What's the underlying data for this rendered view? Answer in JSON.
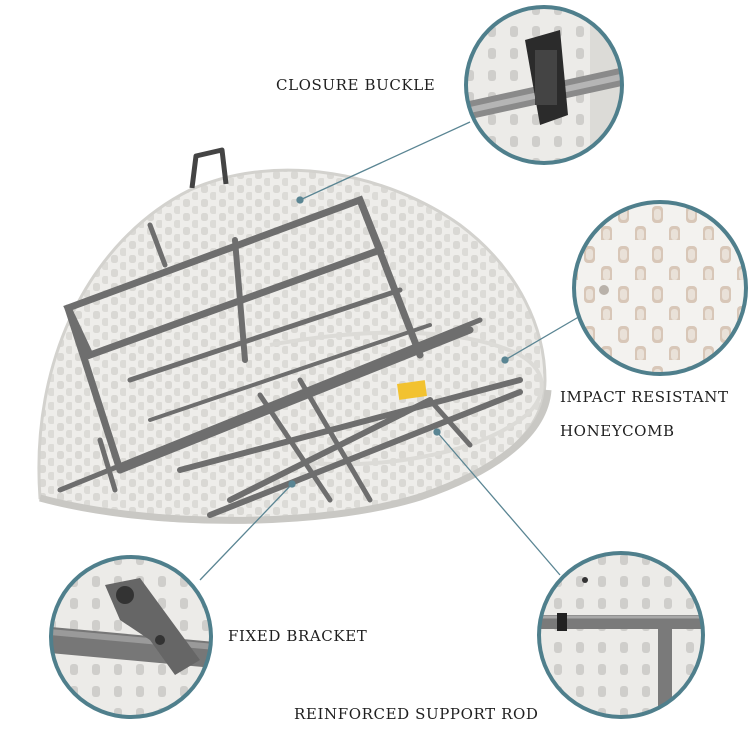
{
  "labels": {
    "closure_buckle": "CLOSURE BUCKLE",
    "impact_line1": "IMPACT RESISTANT",
    "impact_line2": "HONEYCOMB",
    "fixed_bracket": "FIXED BRACKET",
    "support_rod": "REINFORCED SUPPORT ROD"
  },
  "colors": {
    "table_top": "#eeedea",
    "table_edge": "#d6d5d1",
    "frame_steel": "#6e6e6e",
    "callout_ring": "#4f7f8c",
    "leader_line": "#5a8593",
    "accent_pad": "#f2c230"
  }
}
